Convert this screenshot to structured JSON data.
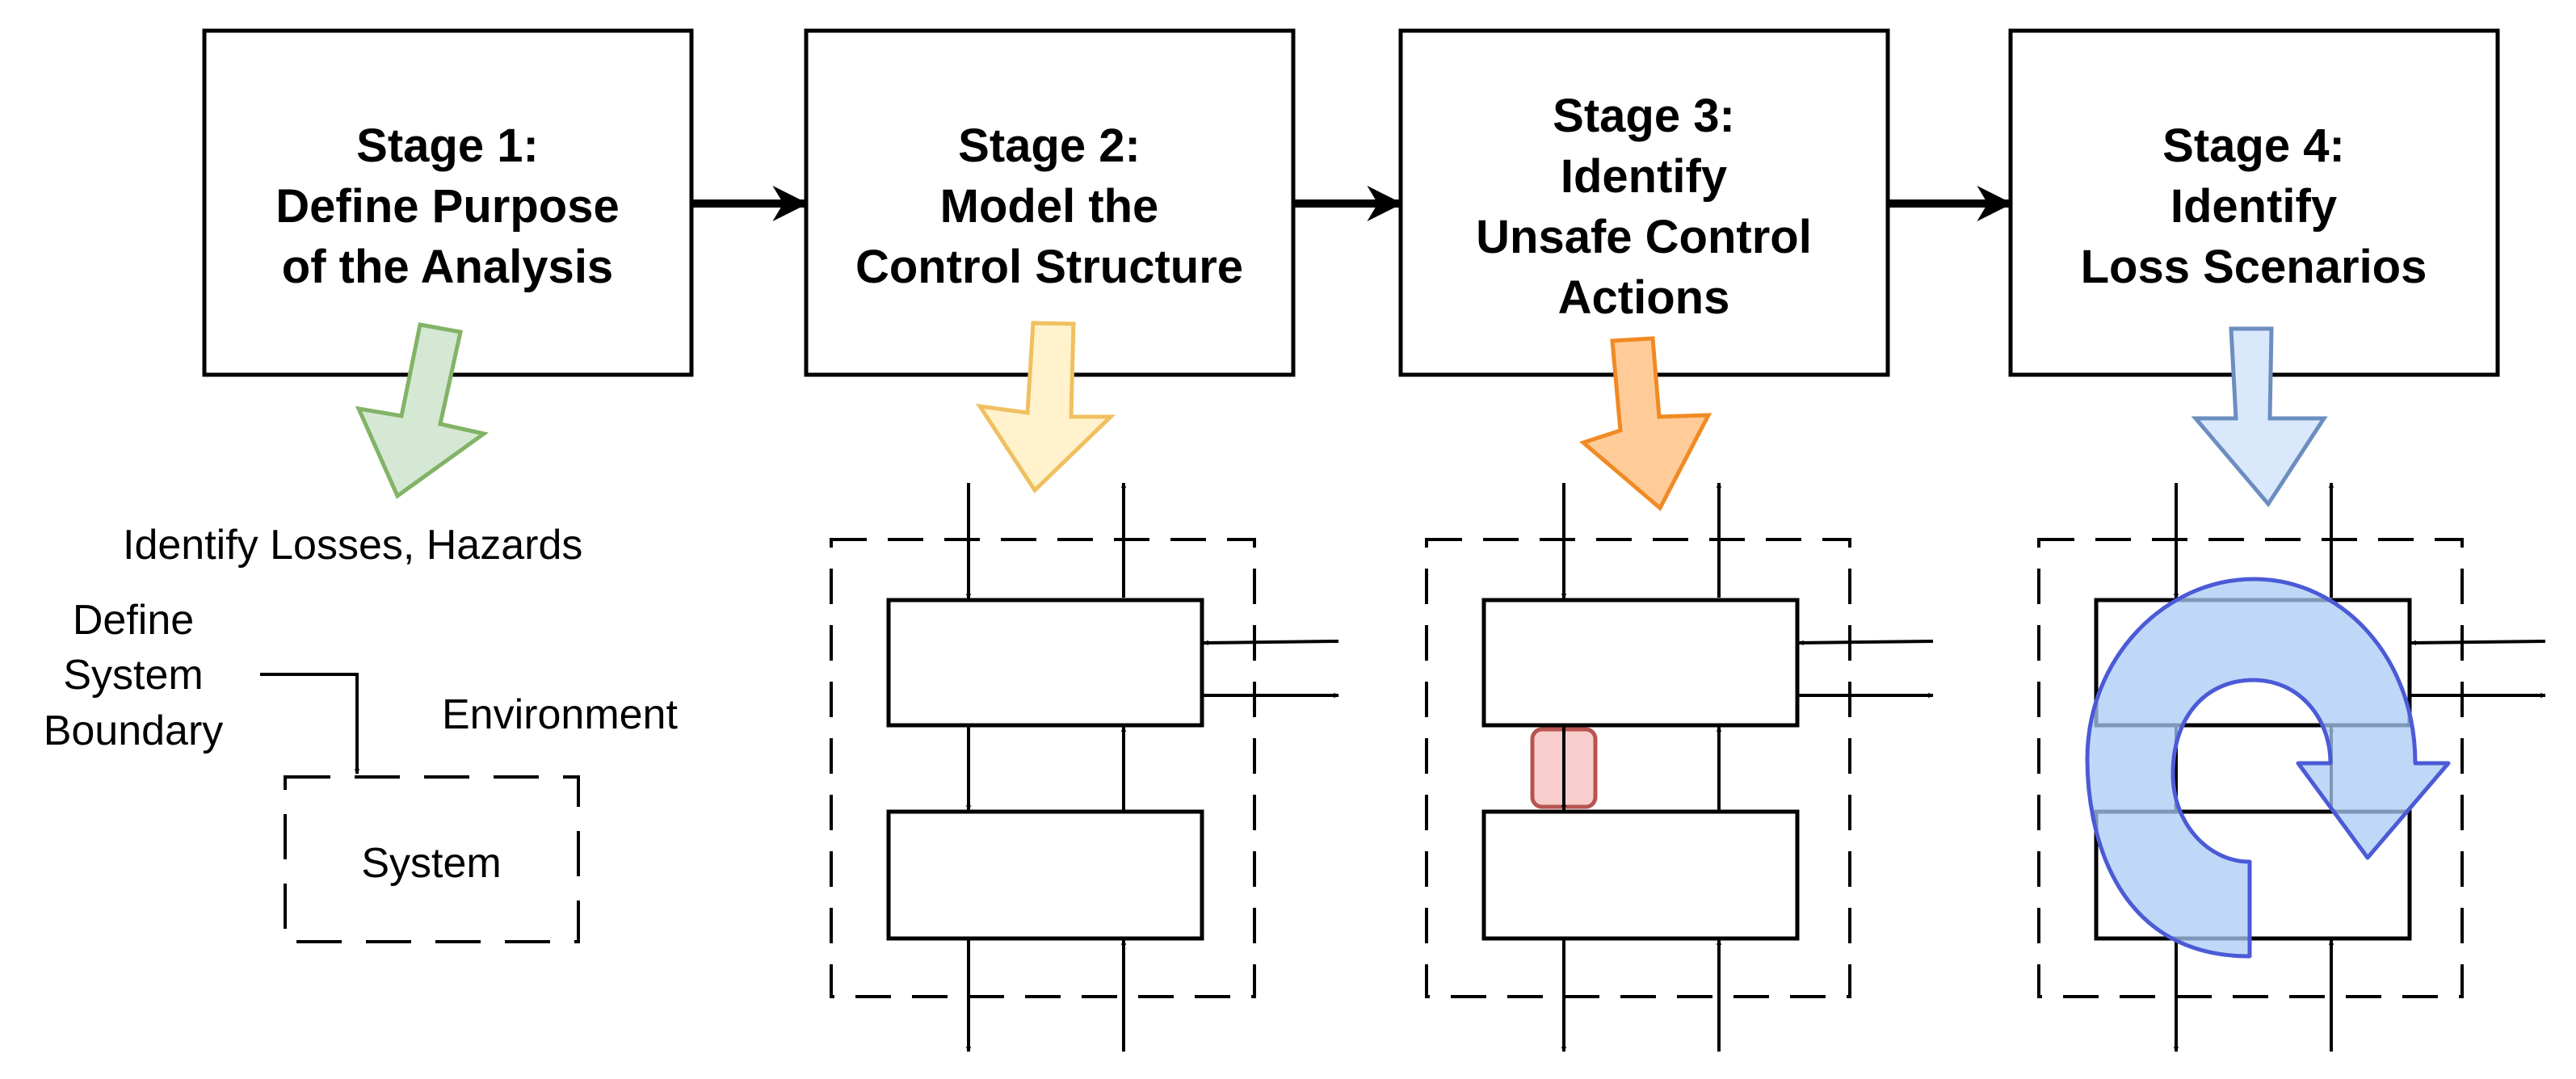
{
  "stages": [
    {
      "lines": [
        "Stage 1:",
        "Define Purpose",
        "of the Analysis"
      ]
    },
    {
      "lines": [
        "Stage 2:",
        "Model the",
        "Control Structure"
      ]
    },
    {
      "lines": [
        "Stage 3:",
        "Identify",
        "Unsafe Control",
        "Actions"
      ]
    },
    {
      "lines": [
        "Stage 4:",
        "Identify",
        "Loss Scenarios"
      ]
    }
  ],
  "stage1_panel": {
    "heading": "Identify Losses, Hazards",
    "boundary_label": [
      "Define",
      "System",
      "Boundary"
    ],
    "environment_label": "Environment",
    "system_label": "System"
  },
  "colors": {
    "green_fill": "#d5e8d4",
    "green_stroke": "#82b366",
    "yellow_fill": "#fff2cc",
    "yellow_stroke": "#f0c060",
    "orange_fill": "#ffcc99",
    "orange_stroke": "#f08a24",
    "blue_fill": "#dae8fc",
    "blue_stroke": "#6c8ebf",
    "red_fill": "#f8cecc",
    "red_stroke": "#b85450",
    "loop_fill": "#a9cbf5",
    "loop_stroke": "#4b5bd6"
  }
}
